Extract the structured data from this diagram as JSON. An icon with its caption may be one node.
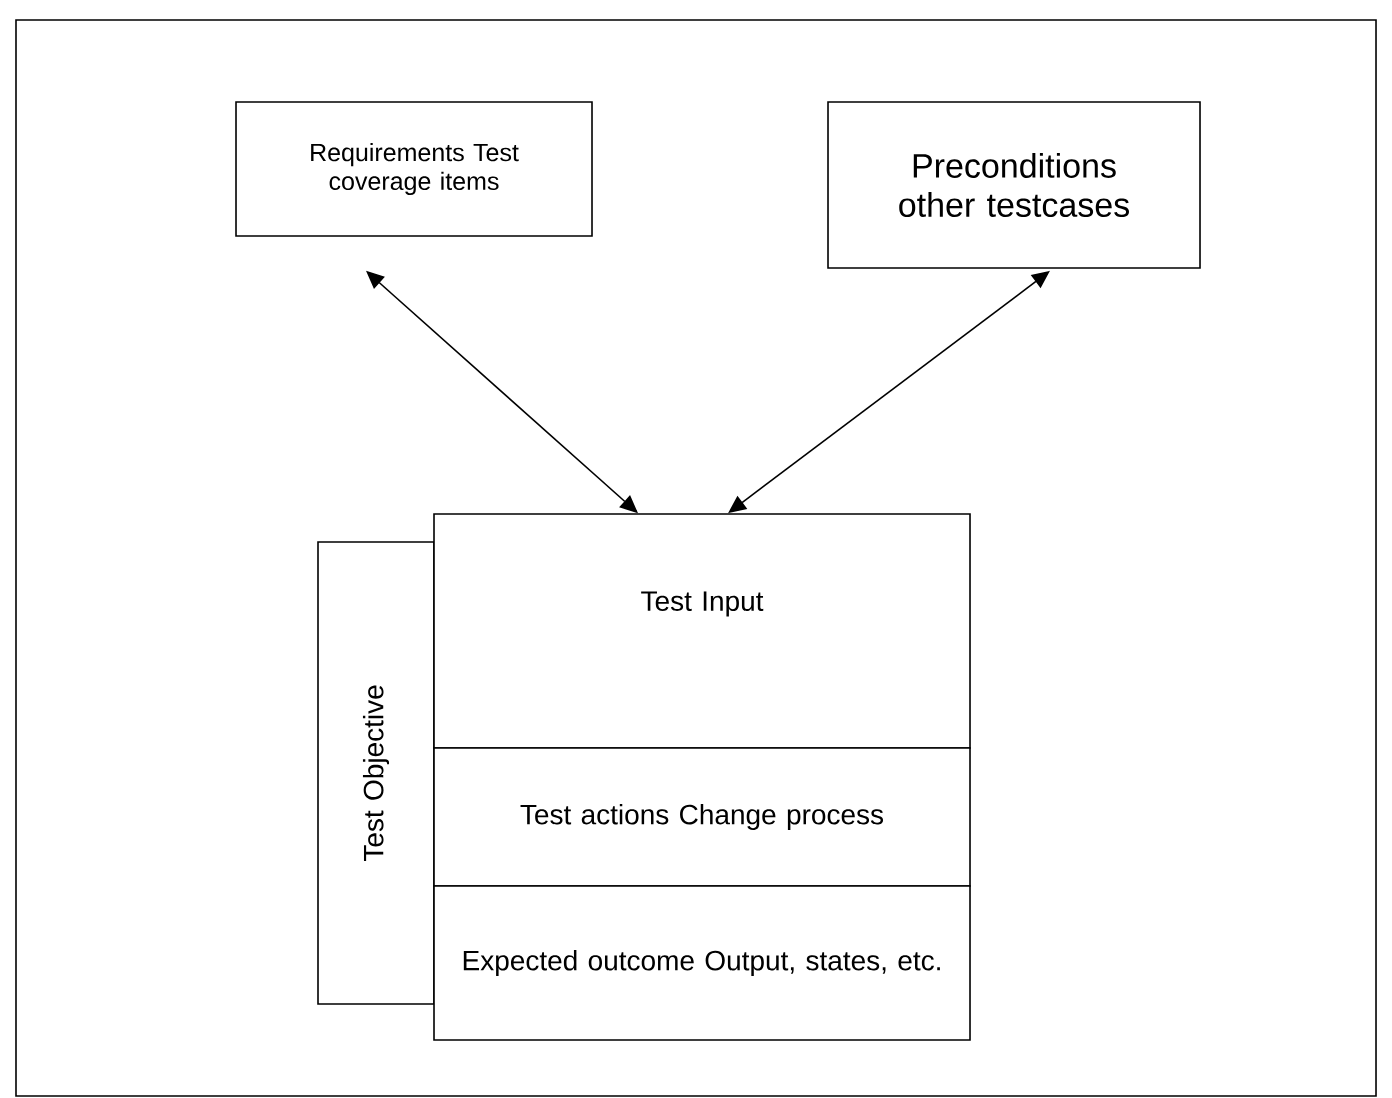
{
  "diagram": {
    "nodes": [
      {
        "text": [
          "Requirements Test coverage items"
        ]
      },
      {
        "text": [
          "Preconditions other testcases"
        ]
      },
      {
        "text": [
          "Test Objective"
        ]
      },
      {
        "text": [
          "Test Input"
        ]
      },
      {
        "text": [
          "Test actions Change process"
        ]
      },
      {
        "text": [
          "Expected outcome Output, states, etc."
        ]
      }
    ],
    "edges": [
      {
        "from": 0,
        "to": 3,
        "arrow": "both"
      },
      {
        "from": 1,
        "to": 3,
        "arrow": "both"
      }
    ]
  }
}
